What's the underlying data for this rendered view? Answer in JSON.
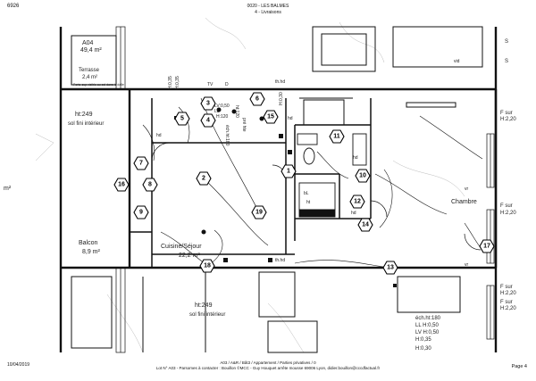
{
  "header": {
    "page_ref": "6926",
    "location_line1": "0020 - LES BALMES",
    "location_line2": "4 - Livraisons"
  },
  "footer": {
    "date": "10/04/2019",
    "line1": "A03 / A&R / Bât3 / Appartement / Parties privatives / 0",
    "line2": "Lot N° A03 - Parsomes à contacter : Bouillon ©MCC - Guy Houquet  arrête mousse 69006 Lyon, didier.bouillon@cccdfactual.fr",
    "page": "Page 4"
  },
  "rooms": {
    "terrasse_code": "A04",
    "terrasse_area": "49,4 m²",
    "terrasse_name": "Terrasse",
    "terrasse_area2": "2,4 m²",
    "balcon_name": "Balcon",
    "balcon_area": "8,9 m²",
    "cuisine_name": "Cuisine/Séjour",
    "cuisine_area": "22,2 m²",
    "chambre_name": "Chambre",
    "side_left_area": "m²"
  },
  "annotations": {
    "ht249_a": "ht:249",
    "sol_fini_a": "sol fini intérieur",
    "ht249_b": "ht:249",
    "sol_fini_b": "sol fini intérieur",
    "h035_a": "H:0,35",
    "h035_b": "H:0,35",
    "lv050": "LV:0,50",
    "ll": "LL",
    "h120": "H:120",
    "ech180": "éch.ht:180",
    "ht120": "ht:120",
    "pre_hte": "pré hte",
    "th_hd": "th.hd",
    "h030": "H:0,30",
    "hd_a": "hd",
    "hd_b": "hd",
    "hd_c": "hd",
    "hd_d": "hd",
    "vr_a": "vr",
    "vr_b": "vr",
    "vid": "vid",
    "bl": "bL",
    "ht": "ht",
    "th_hd2": "th.hd",
    "fsur_a": "F sur",
    "h220_a": "H:2,20",
    "fsur_b": "F sur",
    "h220_b": "H:2,20",
    "fsur_c": "F sur",
    "h220_c": "H:2,20",
    "fsur_d": "F sur",
    "h220_d": "H:2,20",
    "s_a": "S",
    "s_b": "S",
    "ech_ht180": "éch.ht:180",
    "ll_h050": "LL H:0,50",
    "lv_h050": "LV H:0,50",
    "h035_c": "H:0,35",
    "h030_b": "H:0,30",
    "tag_tv": "TV",
    "tag_dim": "D",
    "note_terrasse": "Porte-cup visible au sol dans le dalle"
  },
  "markers": [
    "1",
    "2",
    "3",
    "4",
    "5",
    "6",
    "7",
    "8",
    "9",
    "10",
    "11",
    "12",
    "13",
    "14",
    "15",
    "16",
    "17",
    "18",
    "19"
  ]
}
